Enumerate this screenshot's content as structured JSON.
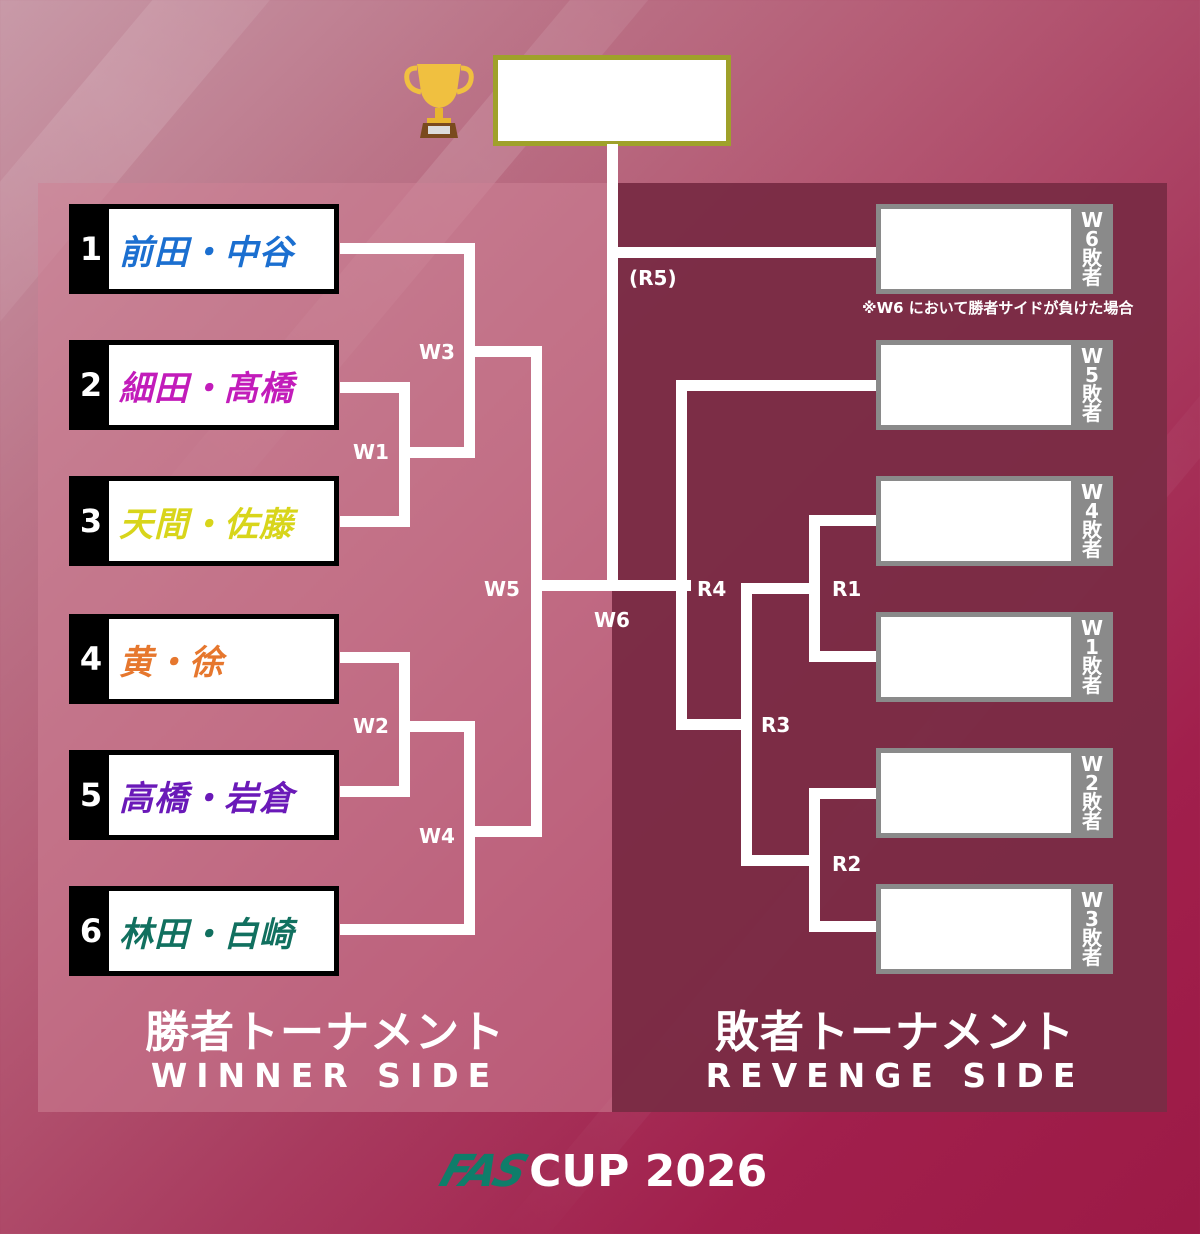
{
  "final": {
    "trophy_icon": "trophy-icon",
    "champion": ""
  },
  "winner_side": {
    "title_jp": "勝者トーナメント",
    "title_en": "WINNER SIDE",
    "teams": [
      {
        "seed": "1",
        "name": "前田・中谷",
        "color": "#1b6fd0"
      },
      {
        "seed": "2",
        "name": "細田・髙橋",
        "color": "#c21cba"
      },
      {
        "seed": "3",
        "name": "天間・佐藤",
        "color": "#d8d51b"
      },
      {
        "seed": "4",
        "name": "黄・徐",
        "color": "#e6772e"
      },
      {
        "seed": "5",
        "name": "高橋・岩倉",
        "color": "#6a19b8"
      },
      {
        "seed": "6",
        "name": "林田・白崎",
        "color": "#11705f"
      }
    ],
    "matches": {
      "w1": "W1",
      "w2": "W2",
      "w3": "W3",
      "w4": "W4",
      "w5": "W5",
      "w6": "W6"
    }
  },
  "revenge_side": {
    "title_jp": "敗者トーナメント",
    "title_en": "REVENGE SIDE",
    "slots": [
      {
        "tag": [
          "W",
          "6",
          "敗",
          "者"
        ]
      },
      {
        "tag": [
          "W",
          "5",
          "敗",
          "者"
        ]
      },
      {
        "tag": [
          "W",
          "4",
          "敗",
          "者"
        ]
      },
      {
        "tag": [
          "W",
          "1",
          "敗",
          "者"
        ]
      },
      {
        "tag": [
          "W",
          "2",
          "敗",
          "者"
        ]
      },
      {
        "tag": [
          "W",
          "3",
          "敗",
          "者"
        ]
      }
    ],
    "note": "※W6 において勝者サイドが負けた場合",
    "matches": {
      "r1": "R1",
      "r2": "R2",
      "r3": "R3",
      "r4": "R4",
      "r5": "(R5)"
    }
  },
  "footer": {
    "logo_fas": "FAS",
    "logo_cup": "CUP 2026"
  },
  "colors": {
    "frame_gold": "#9fa12a",
    "revenge_panel": "#7a2c45",
    "slot_gray": "#8a8a8a",
    "logo_green": "#0f7d6a"
  }
}
